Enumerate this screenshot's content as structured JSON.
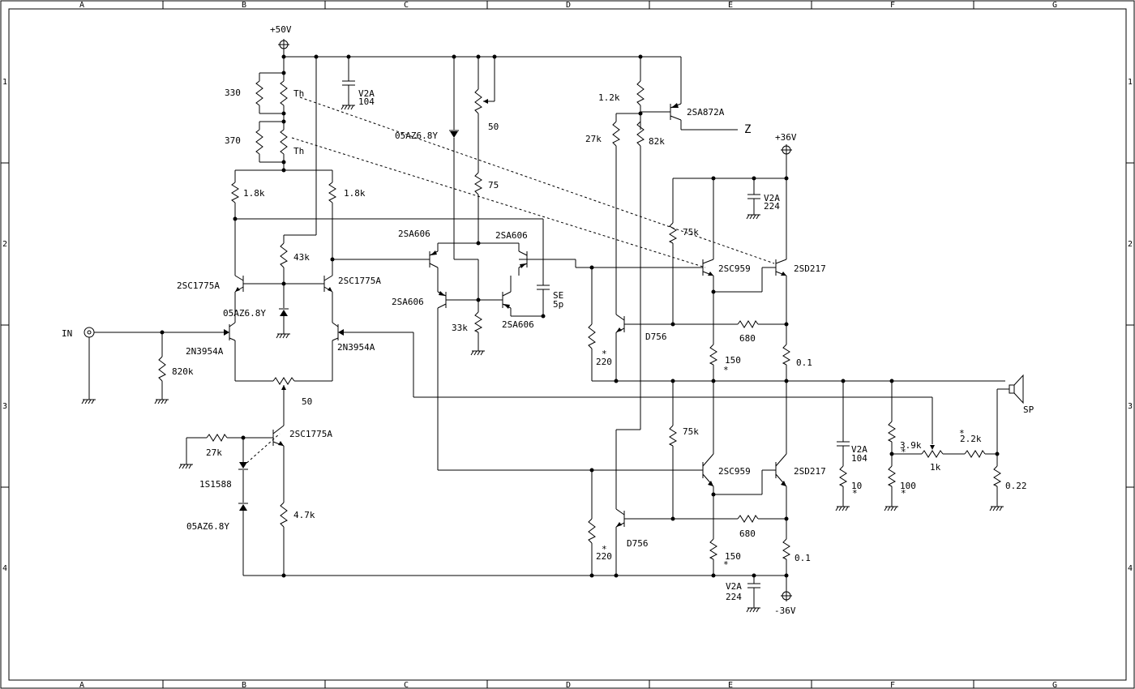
{
  "grid": {
    "cols": [
      "A",
      "B",
      "C",
      "D",
      "E",
      "F",
      "G"
    ],
    "rows": [
      "1",
      "2",
      "3",
      "4"
    ]
  },
  "labels": {
    "v_pos50": "+50V",
    "v_pos36": "+36V",
    "v_neg36": "-36V",
    "in": "IN",
    "sp": "SP",
    "z": "Z",
    "th1": "Th",
    "th2": "Th",
    "r330": "330",
    "r370": "370",
    "r1k8a": "1.8k",
    "r1k8b": "1.8k",
    "r43k": "43k",
    "r820k": "820k",
    "r50a": "50",
    "r27ka": "27k",
    "r4k7": "4.7k",
    "r75a": "75",
    "r50b": "50",
    "r33k": "33k",
    "r1k2": "1.2k",
    "r27kb": "27k",
    "r82k": "82k",
    "r75kup": "75k",
    "r75klo": "75k",
    "r220up": "220",
    "r220lo": "220",
    "r150up": "150",
    "r150lo": "150",
    "r680up": "680",
    "r680lo": "680",
    "r01up": "0.1",
    "r01lo": "0.1",
    "r10": "10",
    "r3k9": "3.9k",
    "r100": "100",
    "r1k": "1k",
    "r2k2": "2.2k",
    "r022": "0.22",
    "c104a_v": "V2A",
    "c104a_val": "104",
    "c224a_v": "V2A",
    "c224a_val": "224",
    "c104b_v": "V2A",
    "c104b_val": "104",
    "c224b_v": "V2A",
    "c224b_val": "224",
    "cse": "SE",
    "cse_val": "5p",
    "q_2sc1775a_l": "2SC1775A",
    "q_2sc1775a_r": "2SC1775A",
    "q_2sc1775a_b": "2SC1775A",
    "z_05az_a": "05AZ6.8Y",
    "z_05az_b": "05AZ6.8Y",
    "z_05az_c": "05AZ6.8Y",
    "q_2n3954a_l": "2N3954A",
    "q_2n3954a_r": "2N3954A",
    "d_1s1588": "1S1588",
    "q_2sa606_tl": "2SA606",
    "q_2sa606_tr": "2SA606",
    "q_2sa606_bl": "2SA606",
    "q_2sa606_br": "2SA606",
    "q_2sa872a": "2SA872A",
    "q_2sc959_up": "2SC959",
    "q_2sc959_lo": "2SC959",
    "q_2sd217_up": "2SD217",
    "q_2sd217_lo": "2SD217",
    "q_d756_up": "D756",
    "q_d756_lo": "D756",
    "star": "*"
  }
}
